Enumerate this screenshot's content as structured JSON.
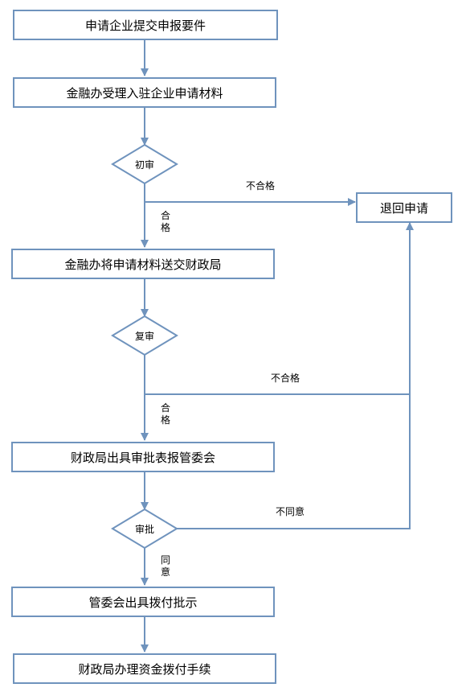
{
  "nodes": {
    "n1": "申请企业提交申报要件",
    "n2": "金融办受理入驻企业申请材料",
    "d1": "初审",
    "n3": "金融办将申请材料送交财政局",
    "d2": "复审",
    "n4": "财政局出具审批表报管委会",
    "d3": "审批",
    "n5": "管委会出具拨付批示",
    "n6": "财政局办理资金拨付手续",
    "reject": "退回申请"
  },
  "edges": {
    "d1_fail": "不合格",
    "d1_pass": "合格",
    "d2_fail": "不合格",
    "d2_pass": "合格",
    "d3_fail": "不同意",
    "d3_pass": "同意"
  },
  "colors": {
    "line": "#6f93bd",
    "border": "#6f93bd"
  }
}
